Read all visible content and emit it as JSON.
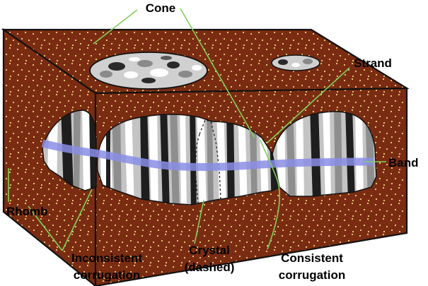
{
  "labels": {
    "cone": "Cone",
    "strand": "Strand",
    "band": "Band",
    "rhomb": "Rhomb",
    "inconsistent_line1": "Inconsistent",
    "inconsistent_line2": "corrugation",
    "crystal_line1": "Crystal",
    "crystal_line2": "(dashed)",
    "consistent_line1": "Consistent",
    "consistent_line2": "corrugation"
  },
  "colors": {
    "soil": "#7a2c12",
    "soil_top": "#82331a",
    "soil_left": "#6f2810",
    "rhomb_dot": "#e9d27a",
    "band": "#8a8ee6",
    "leader": "#7fd15a",
    "outline": "#111111",
    "crystal_white": "#ffffff",
    "crystal_light": "#c4c4c4",
    "crystal_mid": "#8e8e8e",
    "crystal_dark": "#1e1e1e"
  }
}
